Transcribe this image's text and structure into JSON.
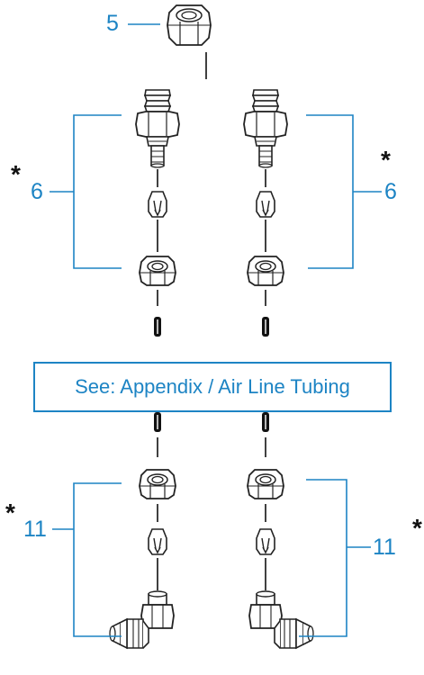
{
  "callouts": {
    "hex_nut": "5",
    "fitting_left": "6",
    "fitting_right": "6",
    "elbow_left": "11",
    "elbow_right": "11",
    "asterisk": "*"
  },
  "reference_note": "See: Appendix / Air Line Tubing",
  "colors": {
    "callout_blue": "#1d84c4",
    "part_fill": "#ffffff",
    "part_stroke": "#222222",
    "tubing": "#111111"
  },
  "icons": [
    "hex-nut-icon",
    "straight-fitting-icon",
    "ferrule-icon",
    "compression-nut-icon",
    "air-tubing-icon",
    "elbow-fitting-icon"
  ]
}
